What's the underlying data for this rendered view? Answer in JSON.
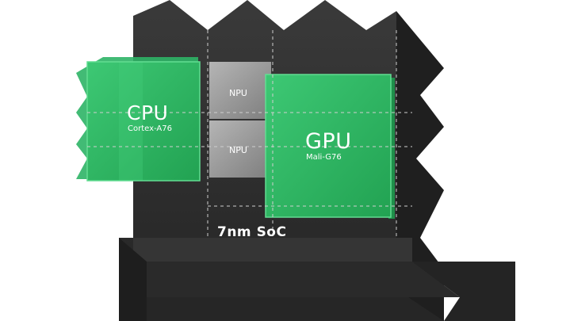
{
  "blocks": {
    "cpu": {
      "title": "CPU",
      "subtitle": "Cortex-A76"
    },
    "gpu": {
      "title": "GPU",
      "subtitle": "Mali-G76"
    },
    "npu_top": {
      "title": "NPU"
    },
    "npu_bottom": {
      "title": "NPU"
    }
  },
  "soc": {
    "label": "7nm SoC"
  },
  "colors": {
    "chip_body": "#2e2e2e",
    "chip_side": "#1c1c1c",
    "chip_edge": "#3e3e3e",
    "green_block": "#2fb463",
    "green_side": "#23914f",
    "green_glow": "#36c872",
    "npu_fill": "#9a9a9a",
    "dashed_line": "#c8c8c8",
    "text": "#ffffff"
  }
}
